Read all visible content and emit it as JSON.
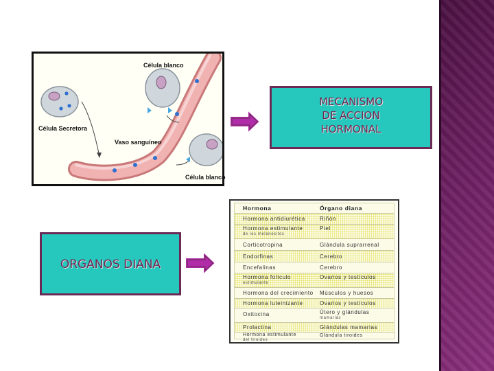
{
  "diagram": {
    "labels": {
      "target_cell_top": "Célula blanco",
      "secretory_cell": "Célula Secretora",
      "blood_vessel": "Vaso sanguíneo",
      "target_cell_bottom": "Célula blanco"
    }
  },
  "banners": {
    "mechanism": [
      "MECANISMO",
      "DE ACCION",
      "HORMONAL"
    ],
    "organs": "ORGANOS DIANA"
  },
  "table": {
    "headers": [
      "Hormona",
      "Órgano diana"
    ],
    "rows": [
      {
        "hormone": "Hormona antidiurética",
        "organ": "Riñón"
      },
      {
        "hormone": "Hormona estimulante",
        "hormone_sub": "de los melanocitos",
        "organ": "Piel"
      },
      {
        "hormone": "Corticotropina",
        "organ": "Glándula suprarrenal"
      },
      {
        "hormone": "Endorfinas",
        "organ": "Cerebro"
      },
      {
        "hormone": "Encefalinas",
        "organ": "Cerebro"
      },
      {
        "hormone": "Hormona folículo",
        "hormone_sub": "estimulante",
        "organ": "Ovarios y testículos"
      },
      {
        "hormone": "Hormona del crecimiento",
        "organ": "Músculos y huesos"
      },
      {
        "hormone": "Hormona luteinizante",
        "organ": "Ovarios y testículos"
      },
      {
        "hormone": "Oxitocina",
        "organ": "Útero y glándulas",
        "organ_sub": "mamarias"
      },
      {
        "hormone": "Prolactina",
        "organ": "Glándulas mamarias"
      },
      {
        "hormone": "Hormona estimulante",
        "hormone_sub": "del tiroides",
        "organ": "Glándula tiroides"
      }
    ]
  },
  "colors": {
    "banner_fill": "#26c7bd",
    "banner_border": "#6a2a55",
    "banner_text": "#6a2a55",
    "arrow_fill": "#b02ca8",
    "side_band": "#6b1f60"
  }
}
